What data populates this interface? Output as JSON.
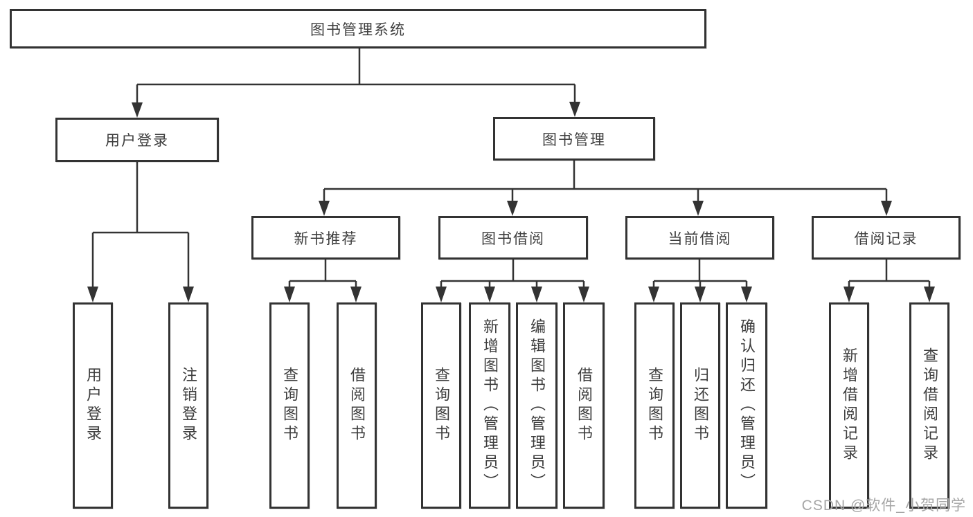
{
  "colors": {
    "line": "#333333",
    "box_border": "#333333",
    "text": "#3d3d3d",
    "watermark": "#a6a6a6",
    "background": "#ffffff"
  },
  "watermark": {
    "text": "CSDN @软件_小贺同学"
  },
  "tree": {
    "root": {
      "label": "图书管理系统"
    },
    "user_login": {
      "label": "用户登录",
      "children": [
        {
          "label": "用户登录"
        },
        {
          "label": "注销登录"
        }
      ]
    },
    "book_mgmt": {
      "label": "图书管理",
      "children": [
        {
          "label": "新书推荐",
          "children": [
            {
              "label": "查询图书"
            },
            {
              "label": "借阅图书"
            }
          ]
        },
        {
          "label": "图书借阅",
          "children": [
            {
              "label": "查询图书"
            },
            {
              "label": "新增图书（管理员）"
            },
            {
              "label": "编辑图书（管理员）"
            },
            {
              "label": "借阅图书"
            }
          ]
        },
        {
          "label": "当前借阅",
          "children": [
            {
              "label": "查询图书"
            },
            {
              "label": "归还图书"
            },
            {
              "label": "确认归还（管理员）"
            }
          ]
        },
        {
          "label": "借阅记录",
          "children": [
            {
              "label": "新增借阅记录"
            },
            {
              "label": "查询借阅记录"
            }
          ]
        }
      ]
    }
  }
}
